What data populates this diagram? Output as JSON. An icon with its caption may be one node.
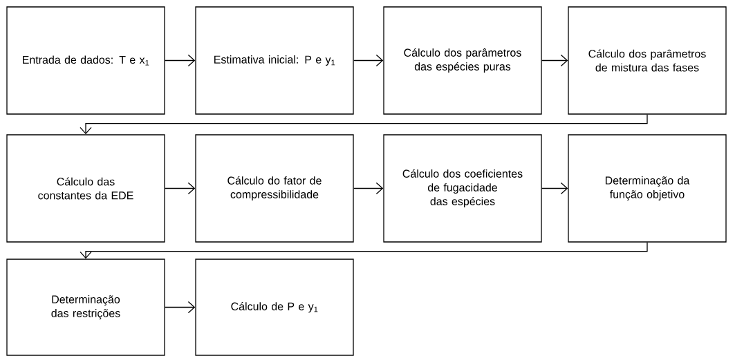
{
  "diagram": {
    "nodes": [
      {
        "text": [
          "Entrada de dados: T e x$_{1}$"
        ]
      },
      {
        "text": [
          "Estimativa inicial: P e y$_{1}$"
        ]
      },
      {
        "text": [
          "Cálculo dos parâmetros das espécies puras"
        ]
      },
      {
        "text": [
          "Cálculo dos parâmetros de mistura das fases"
        ]
      },
      {
        "text": [
          "Cálculo das constantes da EDE"
        ]
      },
      {
        "text": [
          "Cálculo do fator de compressibilidade"
        ]
      },
      {
        "text": [
          "Cálculo dos coeficientes de fugacidade das espécies"
        ]
      },
      {
        "text": [
          "Determinação da função objetivo"
        ]
      },
      {
        "text": [
          "Determinação das restrições"
        ]
      },
      {
        "text": [
          "Cálculo de P e y$_{1}$"
        ]
      }
    ],
    "edges": [
      {
        "from": 0,
        "to": 1,
        "arrow": "to"
      },
      {
        "from": 1,
        "to": 2,
        "arrow": "to"
      },
      {
        "from": 2,
        "to": 3,
        "arrow": "to"
      },
      {
        "from": 3,
        "to": 4,
        "arrow": "to"
      },
      {
        "from": 4,
        "to": 5,
        "arrow": "to"
      },
      {
        "from": 5,
        "to": 6,
        "arrow": "to"
      },
      {
        "from": 6,
        "to": 7,
        "arrow": "to"
      },
      {
        "from": 7,
        "to": 8,
        "arrow": "to"
      },
      {
        "from": 8,
        "to": 9,
        "arrow": "to"
      }
    ]
  }
}
